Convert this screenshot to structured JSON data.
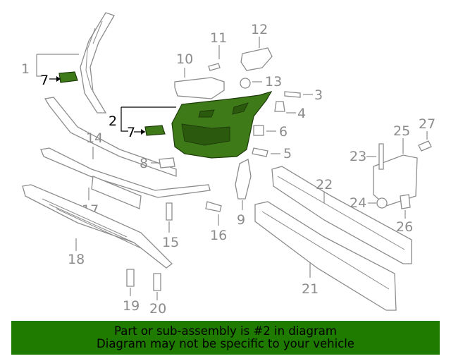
{
  "callouts": {
    "c1": "1",
    "c2": "2",
    "c3": "3",
    "c4": "4",
    "c5": "5",
    "c6": "6",
    "c7a": "7",
    "c7b": "7",
    "c8": "8",
    "c9": "9",
    "c10": "10",
    "c11": "11",
    "c12": "12",
    "c13": "13",
    "c14": "14",
    "c15": "15",
    "c16": "16",
    "c17": "17",
    "c18": "18",
    "c19": "19",
    "c20": "20",
    "c21": "21",
    "c22": "22",
    "c23": "23",
    "c24": "24",
    "c25": "25",
    "c26": "26",
    "c27": "27"
  },
  "highlighted_part": "2",
  "colors": {
    "highlight": "#3f7a18",
    "banner": "#1f7a00",
    "line_art": "#8c8c8c"
  },
  "banner": {
    "line1": "Part or sub-assembly is #2 in diagram",
    "line2": "Diagram may not be specific to your vehicle"
  }
}
